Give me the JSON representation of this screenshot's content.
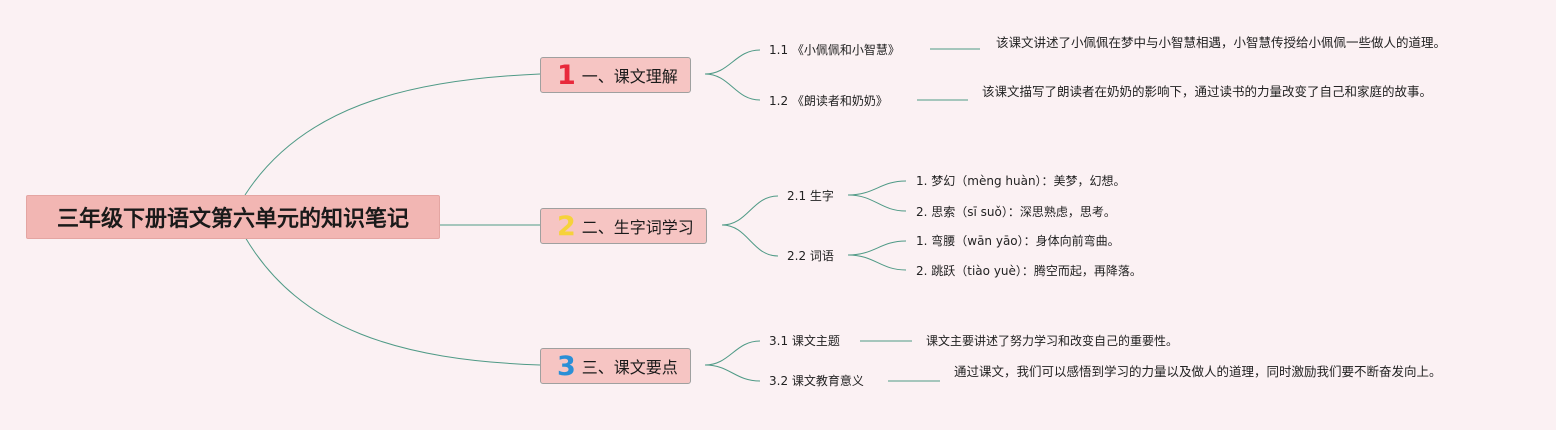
{
  "root": {
    "title": "三年级下册语文第六单元的知识笔记"
  },
  "branches": [
    {
      "num": "1",
      "num_color": "#e8293b",
      "label": "一、课文理解",
      "subs": [
        {
          "label": "1.1 《小佩佩和小智慧》",
          "note": "该课文讲述了小佩佩在梦中与小智慧相遇，小智慧传授给小佩佩一些做人的道理。"
        },
        {
          "label": "1.2 《朗读者和奶奶》",
          "note": "该课文描写了朗读者在奶奶的影响下，通过读书的力量改变了自己和家庭的故事。"
        }
      ]
    },
    {
      "num": "2",
      "num_color": "#f6d23a",
      "label": "二、生字词学习",
      "subs": [
        {
          "label": "2.1 生字",
          "items": [
            "1. 梦幻（mèng huàn）：美梦，幻想。",
            "2. 思索（sī suǒ）：深思熟虑，思考。"
          ]
        },
        {
          "label": "2.2 词语",
          "items": [
            "1. 弯腰（wān yāo）：身体向前弯曲。",
            "2. 跳跃（tiào yuè）：腾空而起，再降落。"
          ]
        }
      ]
    },
    {
      "num": "3",
      "num_color": "#2a8fd6",
      "label": "三、课文要点",
      "subs": [
        {
          "label": "3.1 课文主题",
          "note": "课文主要讲述了努力学习和改变自己的重要性。"
        },
        {
          "label": "3.2 课文教育意义",
          "note": "通过课文，我们可以感悟到学习的力量以及做人的道理，同时激励我们要不断奋发向上。"
        }
      ]
    }
  ],
  "colors": {
    "link": "#4f9a86",
    "background": "#fbf1f3"
  }
}
